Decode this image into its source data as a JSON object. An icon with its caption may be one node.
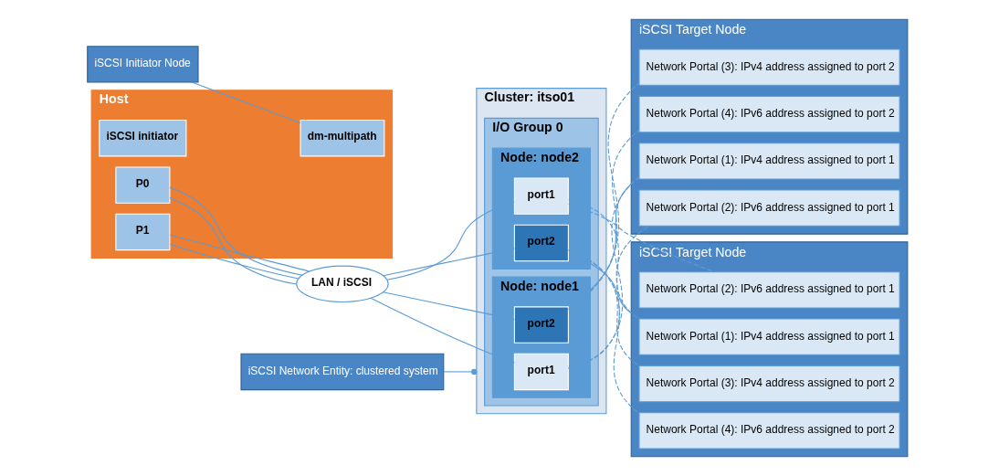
{
  "diagram": {
    "nodes": [
      {
        "text": [
          "iSCSI Initiator Node"
        ]
      },
      {
        "text": [
          "Host"
        ]
      },
      {
        "text": [
          "dm-multipath"
        ],
        "in": 1
      },
      {
        "text": [
          "iSCSI initiator"
        ],
        "in": 1
      },
      {
        "text": [
          "P0"
        ],
        "in": 1
      },
      {
        "text": [
          "P1"
        ],
        "in": 1
      },
      {
        "text": [
          "LAN / iSCSI"
        ]
      },
      {
        "text": [
          "Cluster: itso01"
        ]
      },
      {
        "text": [
          "iSCSI Network Entity: clustered system"
        ]
      },
      {
        "text": [
          "I/O Group 0"
        ],
        "in": 7
      },
      {
        "text": [
          "Node: node1"
        ],
        "in": 9
      },
      {
        "text": [
          "port1"
        ],
        "in": 10
      },
      {
        "text": [
          "port2"
        ],
        "in": 10
      },
      {
        "text": [
          "Node: node2"
        ],
        "in": 9
      },
      {
        "text": [
          "port1"
        ],
        "in": 13
      },
      {
        "text": [
          "port2"
        ],
        "in": 13
      },
      {
        "text": [
          "iSCSI Target Node"
        ]
      },
      {
        "text": [
          "Network Portal (1): IPv4 address assigned to port 1"
        ],
        "in": 16
      },
      {
        "text": [
          "Network Portal (2): IPv6 address assigned to port 1"
        ],
        "in": 16
      },
      {
        "text": [
          "Network Portal (3): IPv4 address assigned to port 2"
        ],
        "in": 16
      },
      {
        "text": [
          "Network Portal (4): IPv6 address assigned to port 2"
        ],
        "in": 16
      },
      {
        "text": [
          "iSCSI Target Node"
        ]
      },
      {
        "text": [
          "Network Portal (1): IPv4 address assigned to port 1"
        ],
        "in": 21
      },
      {
        "text": [
          "Network Portal (2): IPv6 address assigned to port 1"
        ],
        "in": 21
      },
      {
        "text": [
          "Network Portal (3): IPv4 address assigned to port 2"
        ],
        "in": 21
      },
      {
        "text": [
          "Network Portal (4): IPv6 address assigned to port 2"
        ],
        "in": 21
      }
    ],
    "edges": [
      {
        "from": 0,
        "to": 2,
        "arrow": "none"
      },
      {
        "from": 4,
        "to": 6,
        "arrow": "none"
      },
      {
        "from": 4,
        "to": 6,
        "arrow": "none"
      },
      {
        "from": 5,
        "to": 6,
        "arrow": "none"
      },
      {
        "from": 5,
        "to": 6,
        "arrow": "none"
      },
      {
        "from": 6,
        "to": 11,
        "arrow": "none"
      },
      {
        "from": 6,
        "to": 12,
        "arrow": "none"
      },
      {
        "from": 6,
        "to": 14,
        "arrow": "none"
      },
      {
        "from": 6,
        "to": 15,
        "arrow": "none"
      },
      {
        "from": 8,
        "to": 7,
        "arrow": "other"
      },
      {
        "from": 10,
        "to": 16,
        "arrow": "none"
      },
      {
        "from": 13,
        "to": 21,
        "arrow": "none"
      },
      {
        "from": 11,
        "to": 17,
        "arrow": "none",
        "style": "dashed"
      },
      {
        "from": 11,
        "to": 18,
        "arrow": "none",
        "style": "dashed"
      },
      {
        "from": 12,
        "to": 19,
        "arrow": "none",
        "style": "dashed"
      },
      {
        "from": 12,
        "to": 20,
        "arrow": "none",
        "style": "dashed"
      },
      {
        "from": 14,
        "to": 22,
        "arrow": "none",
        "style": "dashed"
      },
      {
        "from": 14,
        "to": 23,
        "arrow": "none",
        "style": "dashed"
      },
      {
        "from": 15,
        "to": 24,
        "arrow": "none",
        "style": "dashed"
      },
      {
        "from": 15,
        "to": 25,
        "arrow": "none",
        "style": "dashed"
      }
    ]
  }
}
